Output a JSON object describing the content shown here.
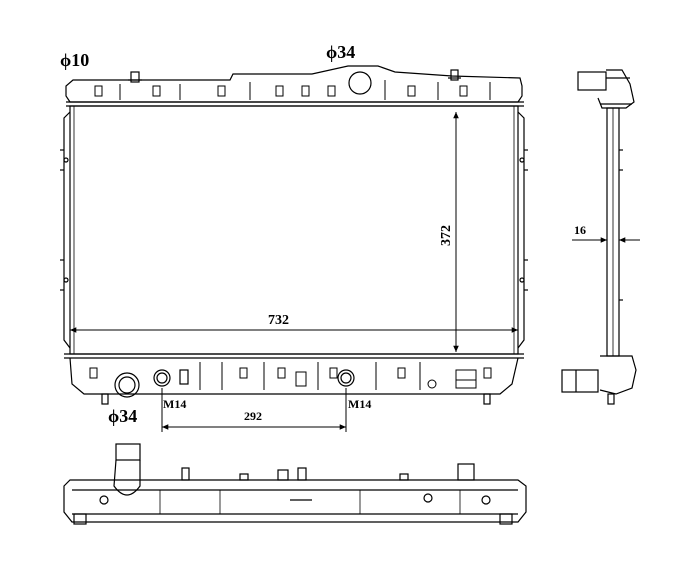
{
  "front_view": {
    "inlet_label": "ϕ10",
    "top_tank_label": "ϕ34",
    "width_dim": "732",
    "height_dim": "372",
    "outlet_label": "ϕ34",
    "thread_left": "M14",
    "thread_right": "M14",
    "thread_spacing": "292"
  },
  "side_view": {
    "core_thickness": "16"
  },
  "colors": {
    "line": "#000000",
    "background": "#ffffff"
  }
}
